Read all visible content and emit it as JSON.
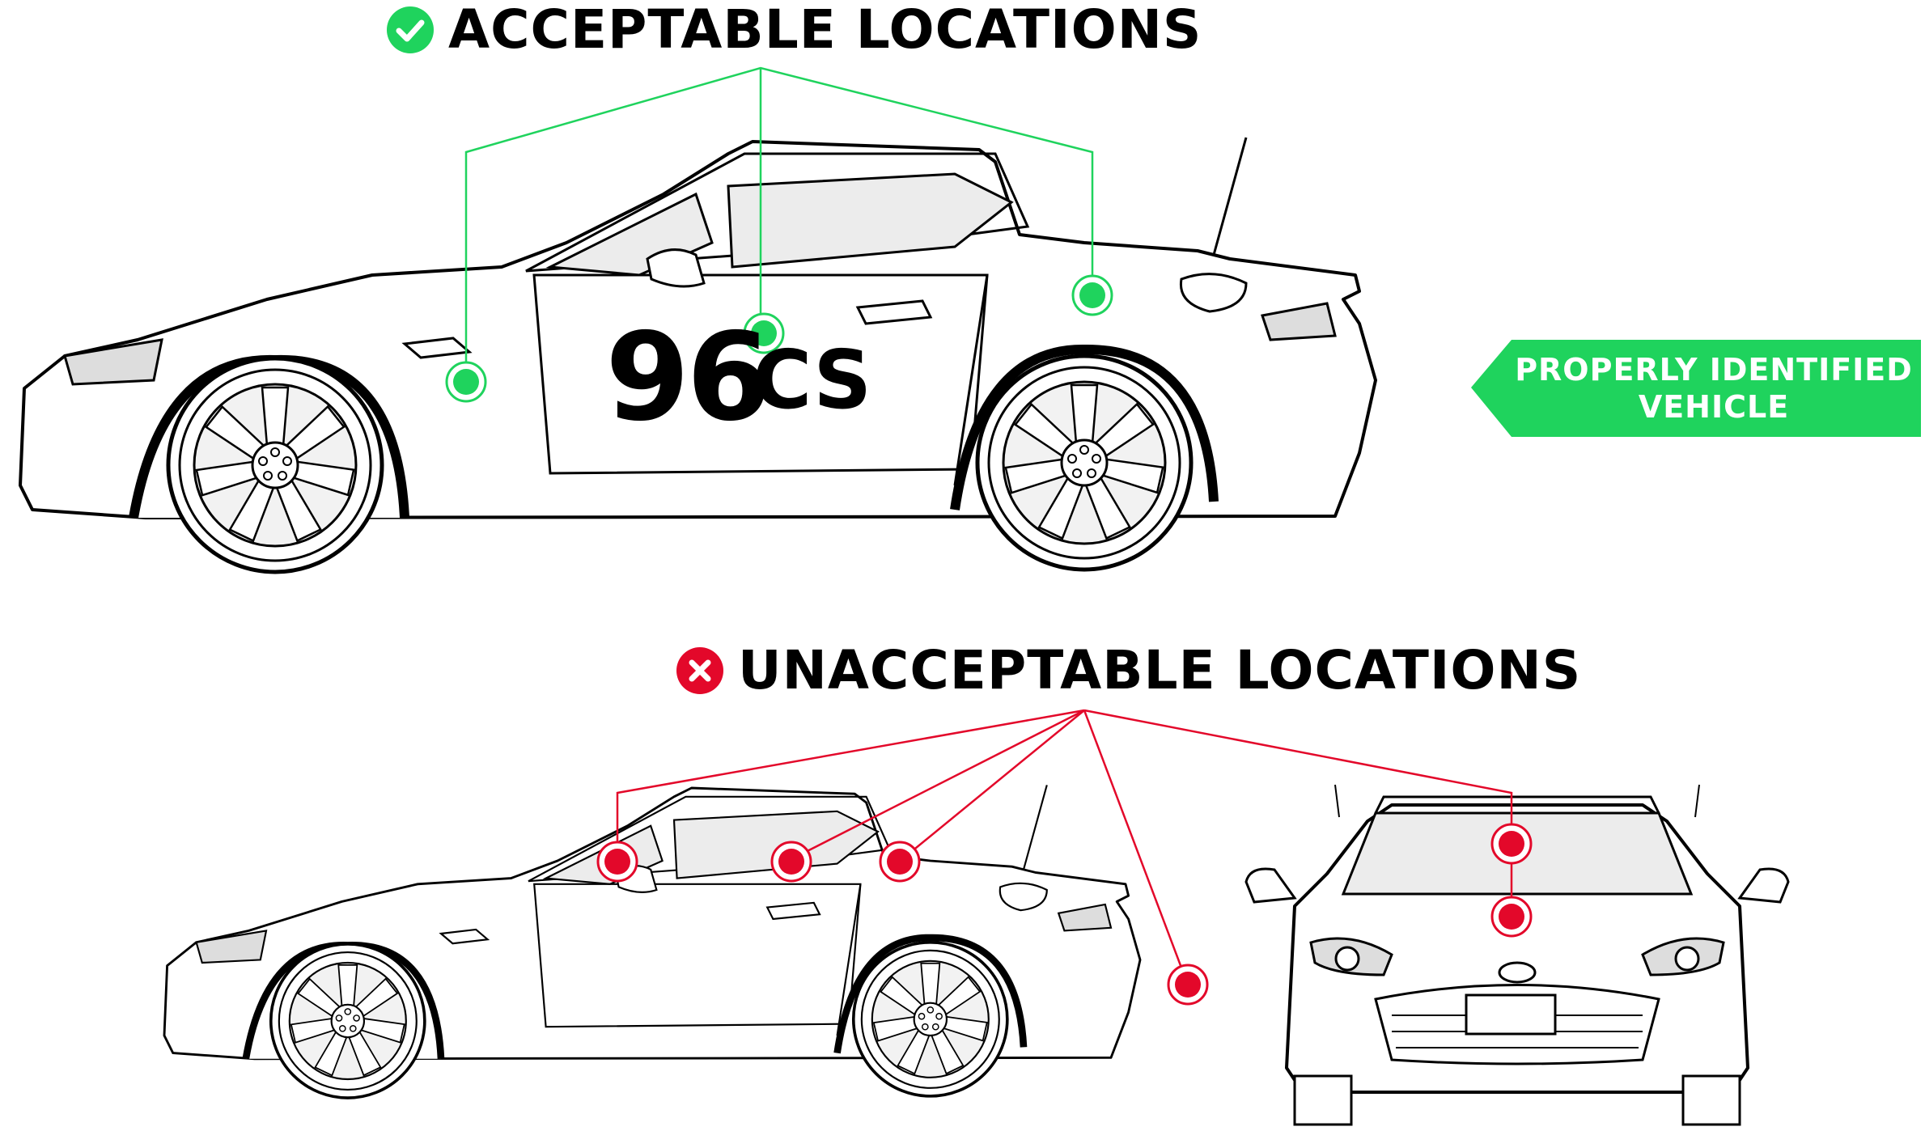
{
  "acceptable": {
    "heading": "ACCEPTABLE LOCATIONS",
    "icon": "check-circle-icon",
    "color": "#1fd35d"
  },
  "unacceptable": {
    "heading": "UNACCEPTABLE LOCATIONS",
    "icon": "x-circle-icon",
    "color": "#e3082a"
  },
  "tag": {
    "line1": "PROPERLY IDENTIFIED",
    "line2": "VEHICLE",
    "color": "#1fd35d"
  },
  "car_marking": {
    "number": "96",
    "class": "CS"
  }
}
